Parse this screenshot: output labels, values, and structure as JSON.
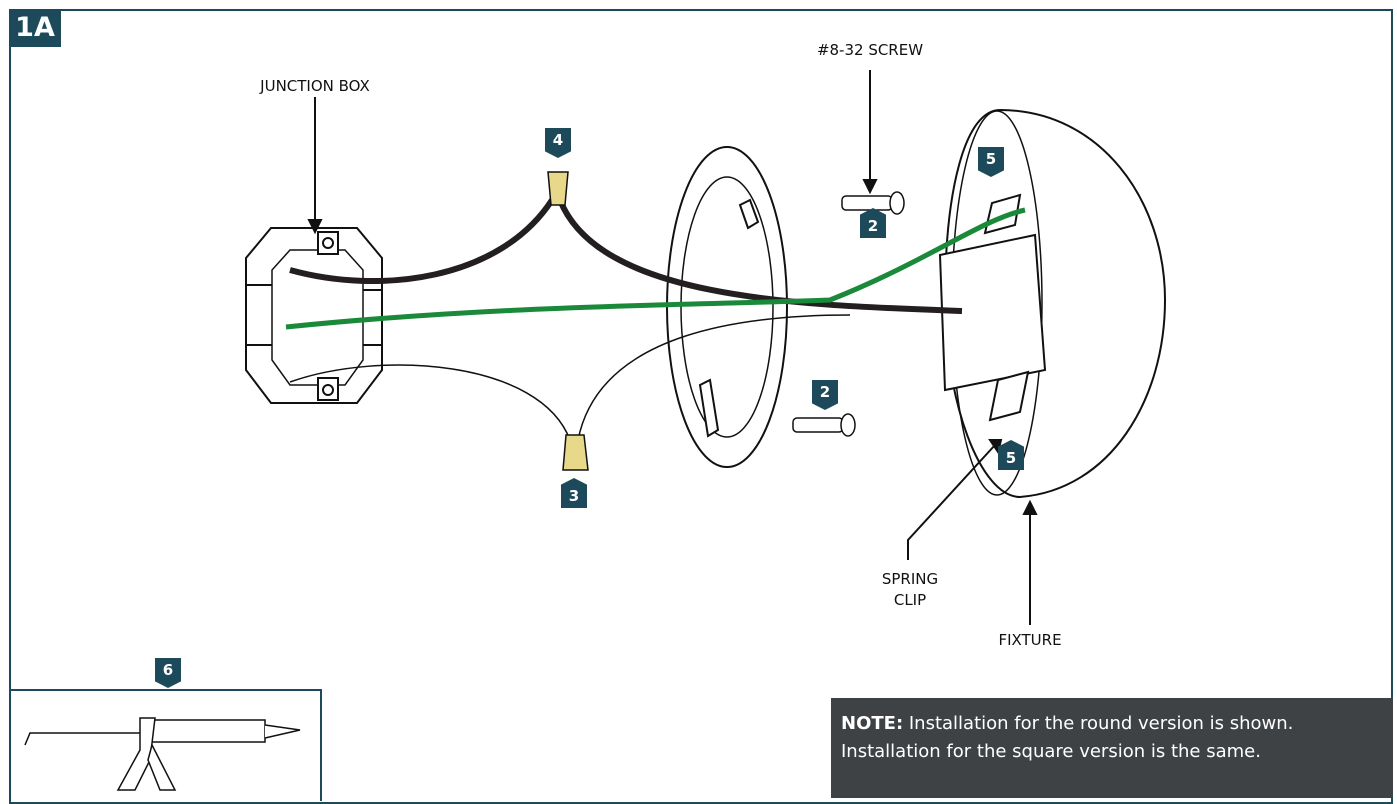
{
  "figure_tag": "1A",
  "labels": {
    "junction_box": "JUNCTION BOX",
    "screw": "#8-32 SCREW",
    "spring_clip_line1": "SPRING",
    "spring_clip_line2": "CLIP",
    "fixture": "FIXTURE"
  },
  "badges": {
    "wire_nut_top": "4",
    "wire_nut_bottom": "3",
    "screw_top": "2",
    "screw_bottom": "2",
    "clip_top": "5",
    "clip_bottom": "5",
    "caulk": "6"
  },
  "note": {
    "heading": "NOTE:",
    "line1": "Installation for the round version is shown.",
    "line2": "Installation for the square version is the same."
  },
  "colors": {
    "badge": "#1d4a5b",
    "black_wire": "#231f20",
    "green_wire": "#1a8a3a",
    "wire_nut": "#e8d98a",
    "note_bg": "#3f4244"
  }
}
